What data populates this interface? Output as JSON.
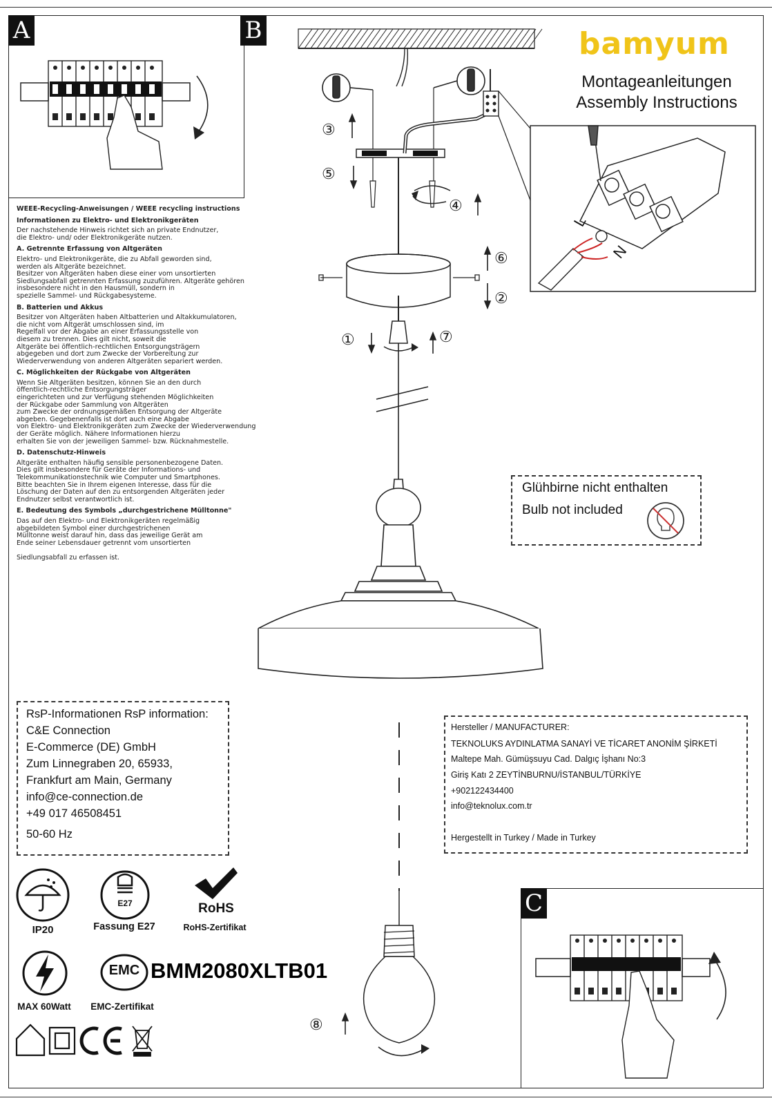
{
  "brand": {
    "logo_text": "bamyum",
    "title_de": "Montageanleitungen",
    "title_en": "Assembly Instructions",
    "accent": "#f0c419"
  },
  "panels": {
    "a": "A",
    "b": "B",
    "c": "C"
  },
  "weee": {
    "heading": "WEEE-Recycling-Anweisungen / WEEE recycling instructions",
    "subheading": "Informationen zu Elektro- und Elektronikgeräten",
    "intro": "Der nachstehende Hinweis richtet sich an private Endnutzer,\n die Elektro- und/ oder Elektronikgeräte nutzen.",
    "sections": [
      {
        "title": "A. Getrennte Erfassung von Altgeräten",
        "text": "Elektro- und Elektronikgeräte, die zu Abfall geworden sind,\n werden als Altgeräte bezeichnet.\nBesitzer von Altgeräten haben diese einer vom unsortierten\nSiedlungsabfall getrennten Erfassung zuzuführen. Altgeräte gehören\ninsbesondere nicht in den Hausmüll, sondern in\nspezielle Sammel- und Rückgabesysteme."
      },
      {
        "title": "B. Batterien und Akkus",
        "text": "Besitzer von Altgeräten haben Altbatterien und Altakkumulatoren,\n die nicht vom Altgerät umschlossen sind, im\nRegelfall vor der Abgabe an einer Erfassungsstelle von\ndiesem zu trennen. Dies gilt nicht, soweit die\nAltgeräte bei öffentlich-rechtlichen Entsorgungsträgern\nabgegeben und dort zum Zwecke der Vorbereitung zur\nWiederverwendung von anderen Altgeräten separiert werden."
      },
      {
        "title": "C. Möglichkeiten der Rückgabe von Altgeräten",
        "text": "Wenn Sie Altgeräten besitzen, können Sie an den durch\nöffentlich-rechtliche Entsorgungsträger\neingerichteten und zur Verfügung stehenden Möglichkeiten\nder Rückgabe oder Sammlung von Altgeräten\n zum Zwecke der ordnungsgemäßen Entsorgung der Altgeräte\nabgeben. Gegebenenfalls ist dort auch eine Abgabe\n von Elektro- und Elektronikgeräten zum Zwecke der Wiederverwendung\nder Geräte möglich. Nähere Informationen hierzu\nerhalten Sie von der jeweiligen Sammel- bzw. Rücknahmestelle."
      },
      {
        "title": "D. Datenschutz-Hinweis",
        "text": "Altgeräte enthalten häufig sensible personenbezogene Daten.\nDies gilt insbesondere für Geräte der Informations- und\nTelekommunikationstechnik wie Computer und Smartphones.\n Bitte beachten Sie in Ihrem eigenen Interesse, dass für die\nLöschung der Daten auf den zu entsorgenden Altgeräten jeder\nEndnutzer selbst verantwortlich ist."
      },
      {
        "title": "E. Bedeutung des Symbols „durchgestrichene Mülltonne\"",
        "text": "Das auf den Elektro- und Elektronikgeräten regelmäßig\n abgebildeten Symbol einer durchgestrichenen\nMülltonne weist darauf hin, dass das jeweilige Gerät am\nEnde seiner Lebensdauer getrennt vom unsortierten\n\nSiedlungsabfall zu erfassen ist."
      }
    ]
  },
  "steps": [
    "①",
    "②",
    "③",
    "④",
    "⑤",
    "⑥",
    "⑦",
    "⑧"
  ],
  "wiring_labels": {
    "live": "L",
    "neutral": "N"
  },
  "bulb_note": {
    "de": "Glühbirne nicht enthalten",
    "en": "Bulb not included"
  },
  "rsp": {
    "lines": [
      "RsP-Informationen RsP information:",
      "C&E Connection",
      "E-Commerce (DE) GmbH",
      "Zum Linnegraben 20, 65933,",
      "Frankfurt am Main, Germany",
      "info@ce-connection.de",
      "+49 017 46508451",
      "50-60 Hz"
    ]
  },
  "manufacturer": {
    "lines": [
      "Hersteller / MANUFACTURER:",
      "TEKNOLUKS AYDINLATMA SANAYİ VE TİCARET ANONİM ŞİRKETİ",
      "Maltepe Mah. Gümüşsuyu Cad. Dalgıç İşhanı No:3",
      "Giriş Katı 2 ZEYTİNBURNU/İSTANBUL/TÜRKİYE",
      "+902122434400",
      "info@teknolux.com.tr",
      "",
      "Hergestellt in Turkey / Made in Turkey"
    ]
  },
  "certs": {
    "ip": "IP20",
    "socket_badge": "E27",
    "socket": "Fassung E27",
    "rohs_badge": "RoHS",
    "rohs": "RoHS-Zertifikat",
    "power": "MAX 60Watt",
    "emc_badge": "EMC",
    "emc": "EMC-Zertifikat",
    "model": "BMM2080XLTB01"
  }
}
